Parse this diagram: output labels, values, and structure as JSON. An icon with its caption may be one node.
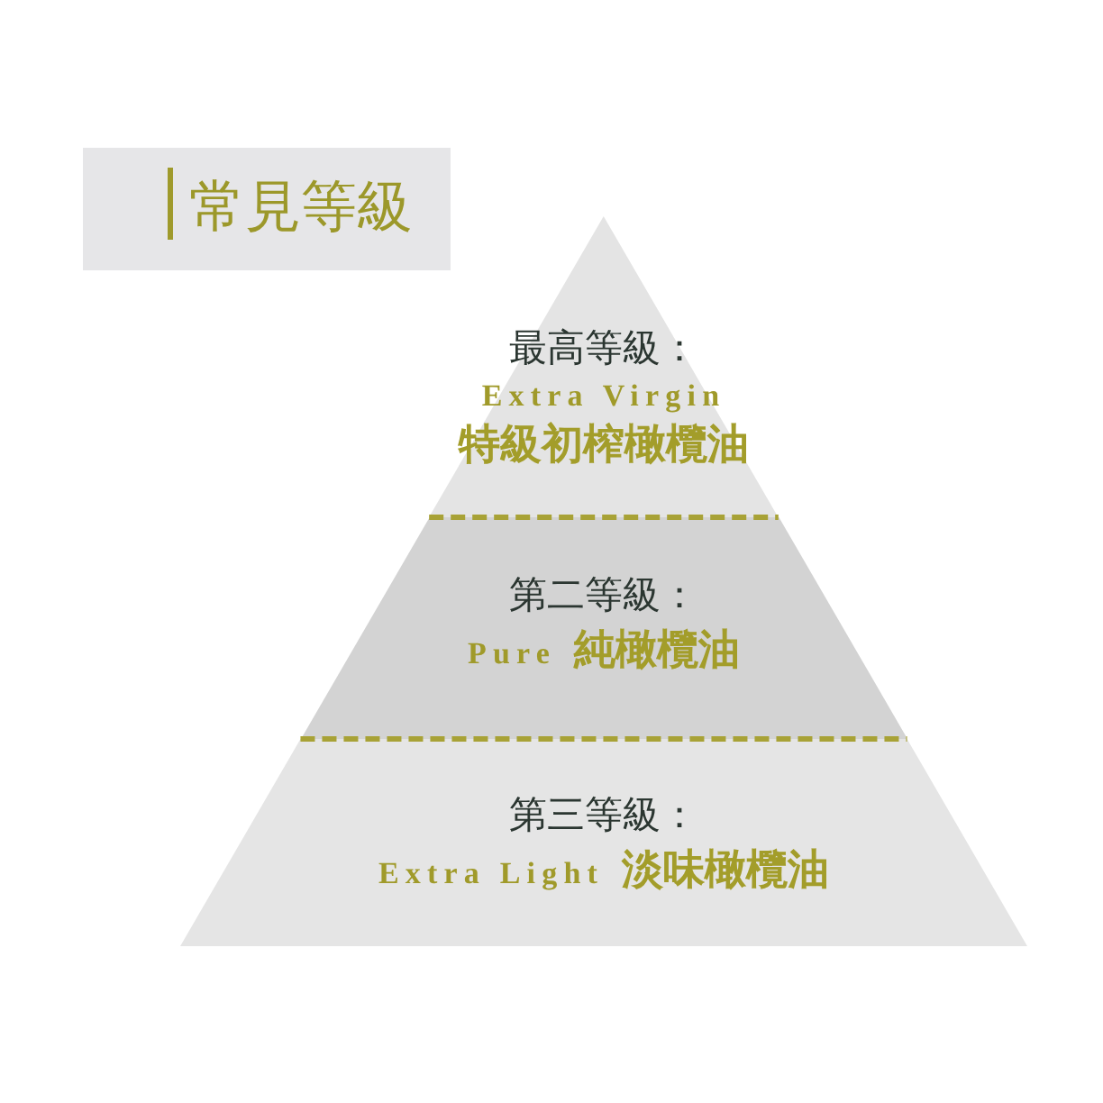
{
  "diagram": {
    "title": "常見等級",
    "nodes": [
      {
        "text": [
          "最高等級：",
          "Extra Virgin",
          "特級初榨橄欖油"
        ]
      },
      {
        "text": [
          "第二等級：",
          "Pure",
          "純橄欖油"
        ]
      },
      {
        "text": [
          "第三等級：",
          "Extra Light",
          "淡味橄欖油"
        ]
      }
    ]
  }
}
